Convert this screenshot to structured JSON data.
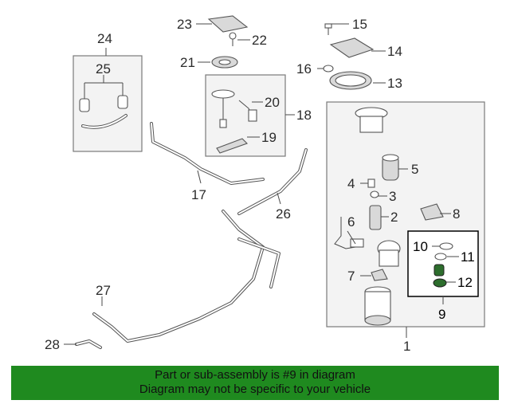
{
  "callouts": {
    "n1": "1",
    "n2": "2",
    "n3": "3",
    "n4": "4",
    "n5": "5",
    "n6": "6",
    "n7": "7",
    "n8": "8",
    "n9": "9",
    "n10": "10",
    "n11": "11",
    "n12": "12",
    "n13": "13",
    "n14": "14",
    "n15": "15",
    "n16": "16",
    "n17": "17",
    "n18": "18",
    "n19": "19",
    "n20": "20",
    "n21": "21",
    "n22": "22",
    "n23": "23",
    "n24": "24",
    "n25": "25",
    "n26": "26",
    "n27": "27",
    "n28": "28"
  },
  "banner": {
    "line1": "Part or sub-assembly is #9 in diagram",
    "line2": "Diagram may not be specific to your vehicle",
    "color": "#1f8a1f"
  }
}
